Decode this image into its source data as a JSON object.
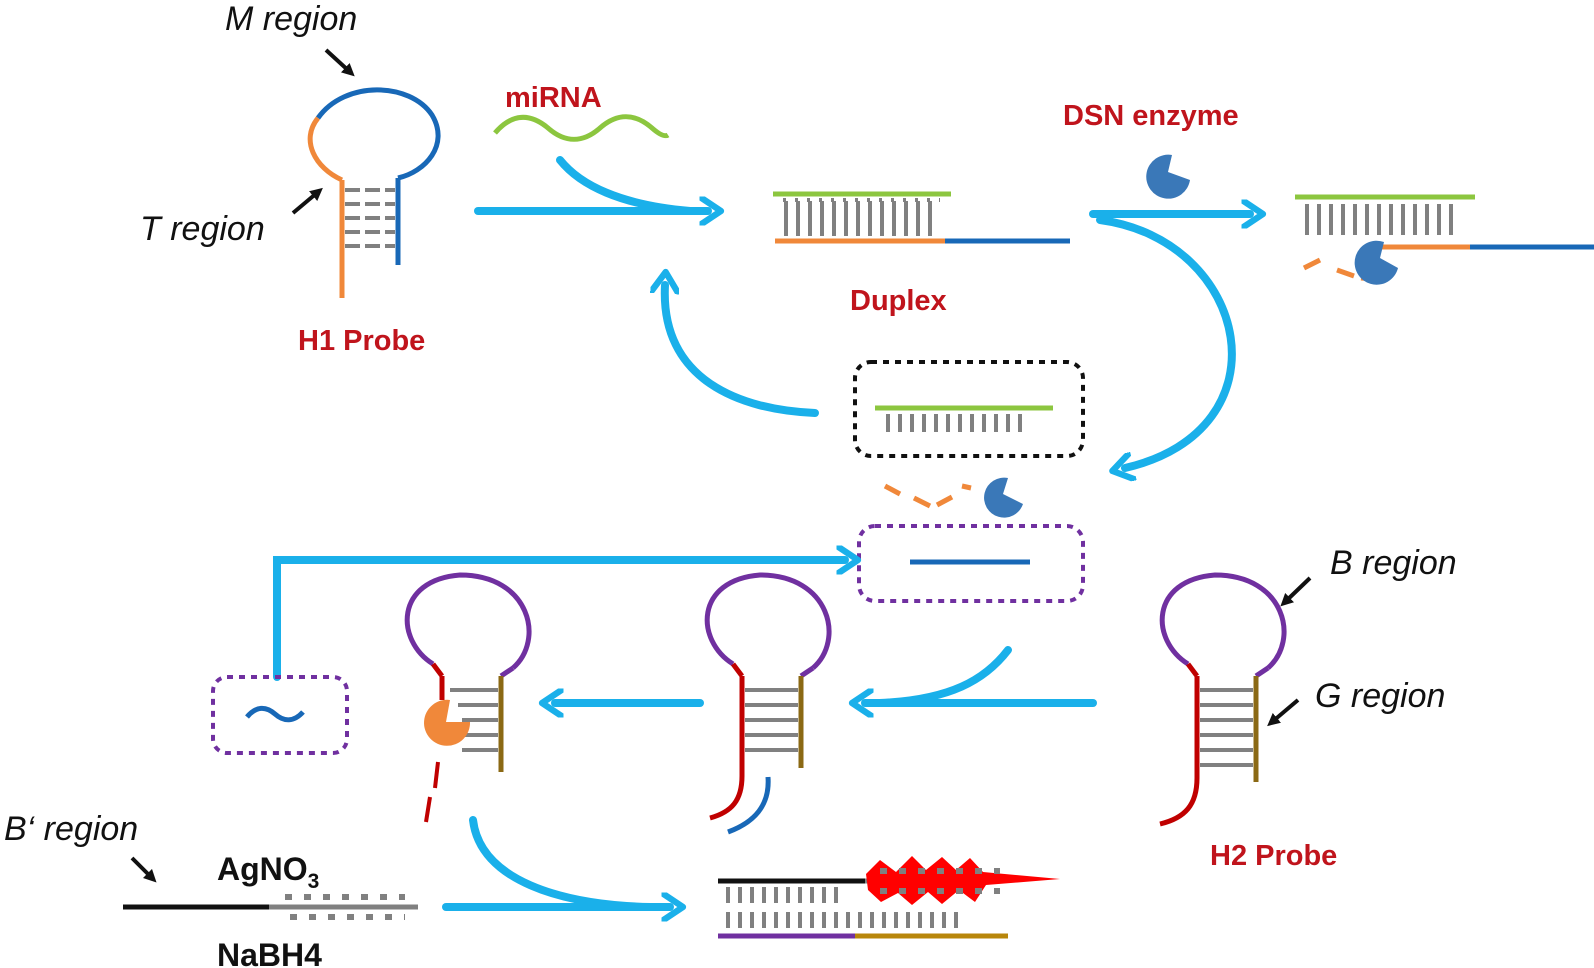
{
  "labels": {
    "m_region": "M region",
    "t_region": "T region",
    "h1_probe": "H1 Probe",
    "mirna": "miRNA",
    "duplex": "Duplex",
    "dsn_enzyme": "DSN enzyme",
    "b_region": "B region",
    "g_region": "G region",
    "h2_probe": "H2 Probe",
    "b_prime_region": "B‘ region",
    "agno3_main": "AgNO",
    "agno3_sub": "3",
    "nabh4": "NaBH4"
  },
  "colors": {
    "arrow": "#1ab0ea",
    "mirna": "#8cc63f",
    "t_region": "#f0883a",
    "m_region": "#1868b7",
    "h2_stem_left": "#c00000",
    "h2_stem_right": "#8b6914",
    "h2_loop": "#7030a0",
    "rungs": "#808080",
    "enzyme": "#3a78b8",
    "label_red": "#c0141c",
    "fluorescence": "#ff0000"
  },
  "icons": [
    "dsn-enzyme-icon",
    "fluorescence-burst-icon",
    "exo-enzyme-icon"
  ]
}
